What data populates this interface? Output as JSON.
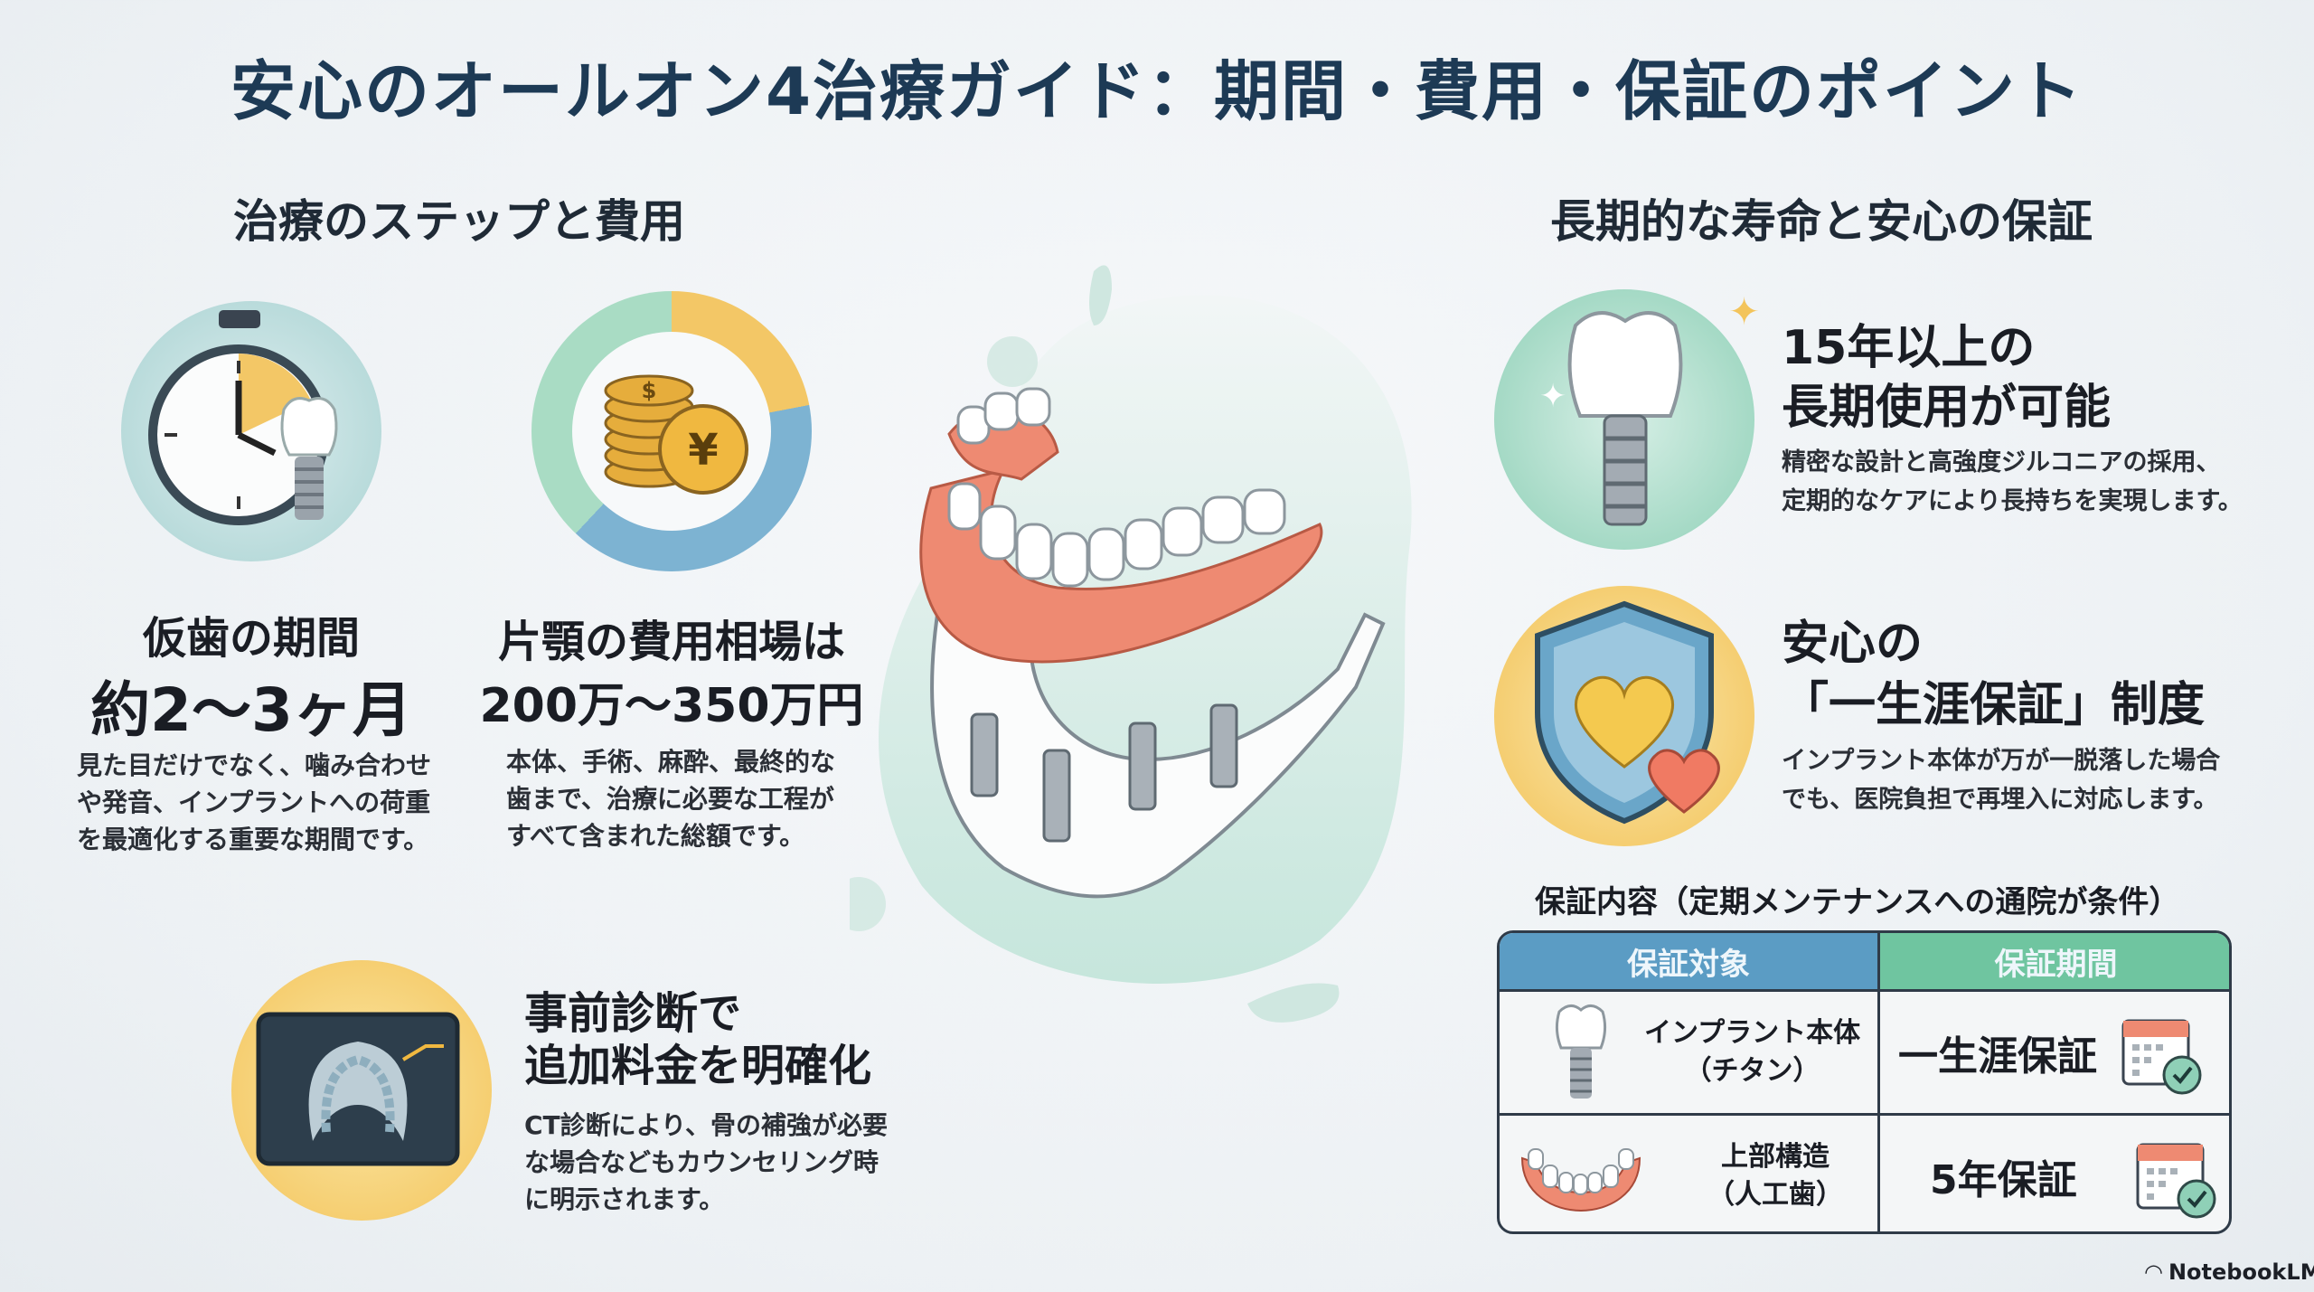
{
  "title": "安心のオールオン4治療ガイド：期間・費用・保証のポイント",
  "left_section": {
    "heading": "治療のステップと費用",
    "cards": [
      {
        "icon": "stopwatch-implant-icon",
        "title": "仮歯の期間",
        "highlight": "約2～3ヶ月",
        "body": [
          "見た目だけでなく、噛み合わせ",
          "や発音、インプラントへの荷重",
          "を最適化する重要な期間です。"
        ]
      },
      {
        "icon": "coins-yen-icon",
        "title": "片顎の費用相場は",
        "highlight": "200万～350万円",
        "body": [
          "本体、手術、麻酔、最終的な",
          "歯まで、治療に必要な工程が",
          "すべて含まれた総額です。"
        ]
      },
      {
        "icon": "ct-scan-icon",
        "title": [
          "事前診断で",
          "追加料金を明確化"
        ],
        "body": [
          "CT診断により、骨の補強が必要",
          "な場合などもカウンセリング時",
          "に明示されます。"
        ]
      }
    ]
  },
  "right_section": {
    "heading": "長期的な寿命と安心の保証",
    "cards": [
      {
        "icon": "implant-tooth-icon",
        "title": [
          "15年以上の",
          "長期使用が可能"
        ],
        "body": [
          "精密な設計と高強度ジルコニアの採用、",
          "定期的なケアにより長持ちを実現します。"
        ]
      },
      {
        "icon": "shield-heart-icon",
        "title": [
          "安心の",
          "「一生涯保証」制度"
        ],
        "body": [
          "インプラント本体が万が一脱落した場合",
          "でも、医院負担で再埋入に対応します。"
        ]
      }
    ],
    "table_caption": "保証内容（定期メンテナンスへの通院が条件）",
    "table": {
      "headers": [
        "保証対象",
        "保証期間"
      ],
      "rows": [
        {
          "icon": "implant-icon",
          "target": [
            "インプラント本体",
            "（チタン）"
          ],
          "period": "一生涯保証",
          "period_icon": "calendar-check-icon"
        },
        {
          "icon": "denture-icon",
          "target": [
            "上部構造",
            "（人工歯）"
          ],
          "period": "5年保証",
          "period_icon": "calendar-check-icon"
        }
      ]
    }
  },
  "footer": {
    "brand": "NotebookLM"
  },
  "colors": {
    "title": "#1d3a55",
    "header_blue": "#5b9cc4",
    "header_green": "#6fc5a0",
    "gum": "#ef8a73",
    "gold": "#f2c24e"
  }
}
